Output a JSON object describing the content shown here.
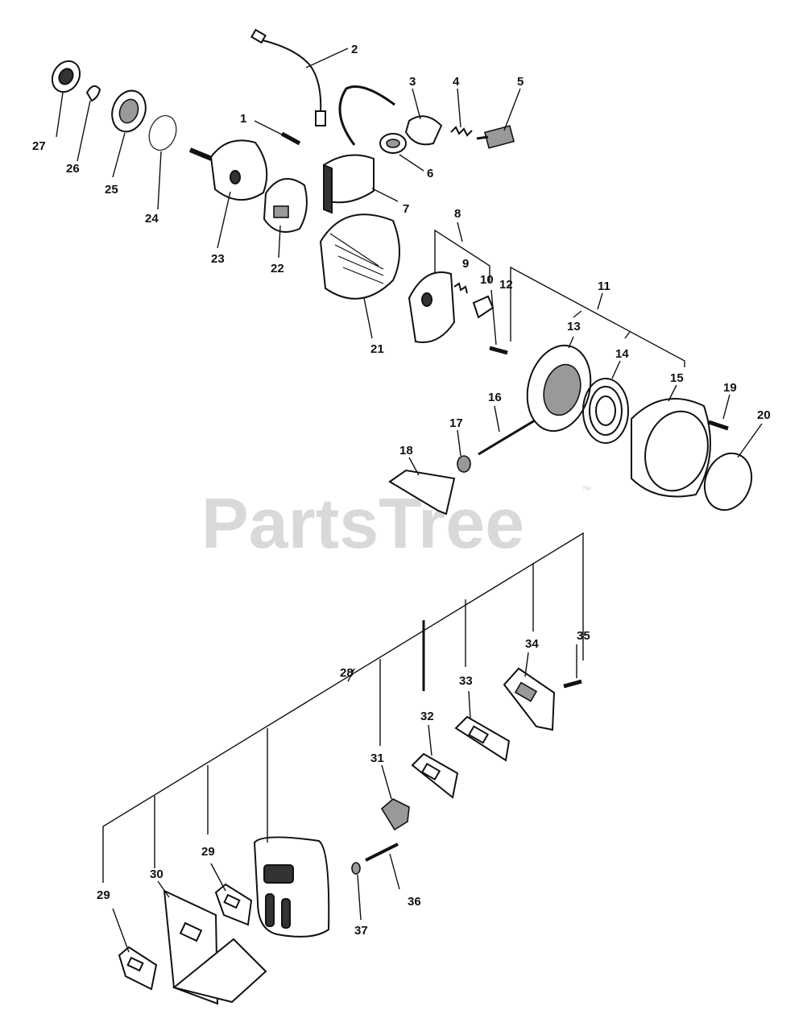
{
  "watermark": {
    "text": "PartsTree",
    "trademark": "™"
  },
  "callouts": {
    "p1": "1",
    "p2": "2",
    "p3": "3",
    "p4": "4",
    "p5": "5",
    "p6": "6",
    "p7": "7",
    "p8": "8",
    "p9": "9",
    "p10": "10",
    "p11": "11",
    "p12": "12",
    "p13": "13",
    "p14": "14",
    "p15": "15",
    "p16": "16",
    "p17": "17",
    "p18": "18",
    "p19": "19",
    "p20": "20",
    "p21": "21",
    "p22": "22",
    "p23": "23",
    "p24": "24",
    "p25": "25",
    "p26": "26",
    "p27": "27",
    "p28": "28",
    "p29a": "29",
    "p29b": "29",
    "p30": "30",
    "p31": "31",
    "p32": "32",
    "p33": "33",
    "p34": "34",
    "p35": "35",
    "p36": "36",
    "p37": "37"
  }
}
